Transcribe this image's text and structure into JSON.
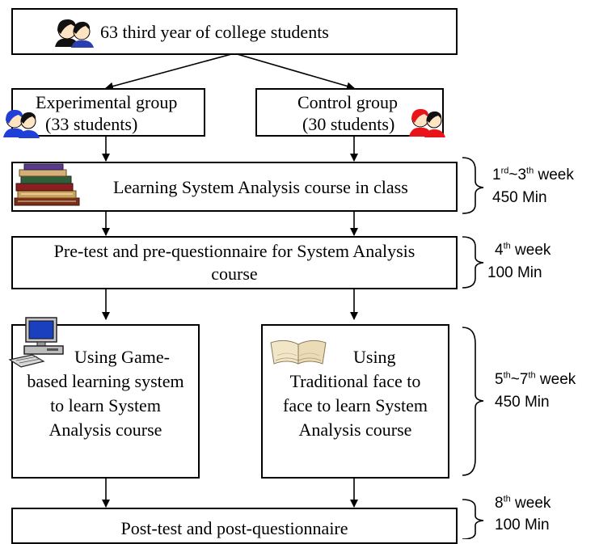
{
  "boxes": {
    "population": "63 third year of college students",
    "experimental": {
      "line1": "Experimental group",
      "line2": "(33 students)"
    },
    "control": {
      "line1": "Control group",
      "line2": "(30 students)"
    },
    "learning": "Learning System Analysis course in class",
    "pretest": {
      "line1": "Pre-test and pre-questionnaire for System Analysis",
      "line2": "course"
    },
    "game": {
      "line1": "Using Game-",
      "line2": "based learning system",
      "line3": "to learn  System",
      "line4": "Analysis course"
    },
    "traditional": {
      "line1": "Using",
      "line2": "Traditional face to",
      "line3": "face to learn  System",
      "line4": "Analysis course"
    },
    "posttest": "Post-test and post-questionnaire"
  },
  "timeline": [
    {
      "week_num": "1",
      "week_sup1": "rd",
      "week_mid": "~3",
      "week_sup2": "th",
      "week_tail": " week",
      "minutes": "450 Min"
    },
    {
      "week_num": "4",
      "week_sup1": "th",
      "week_tail": " week",
      "minutes": "100 Min"
    },
    {
      "week_num": "5",
      "week_sup1": "th",
      "week_mid": "~7",
      "week_sup2": "th",
      "week_tail": " week",
      "minutes": "450 Min"
    },
    {
      "week_num": "8",
      "week_sup1": "th",
      "week_tail": " week",
      "minutes": "100 Min"
    }
  ],
  "icons": [
    "student-pair-icon",
    "blue-student-pair-icon",
    "red-student-pair-icon",
    "books-icon",
    "computer-icon",
    "open-book-icon"
  ],
  "colors": {
    "line": "#000000",
    "blue_student": "#1f3fd6",
    "red_student": "#e8141a",
    "hair": "#111111"
  }
}
